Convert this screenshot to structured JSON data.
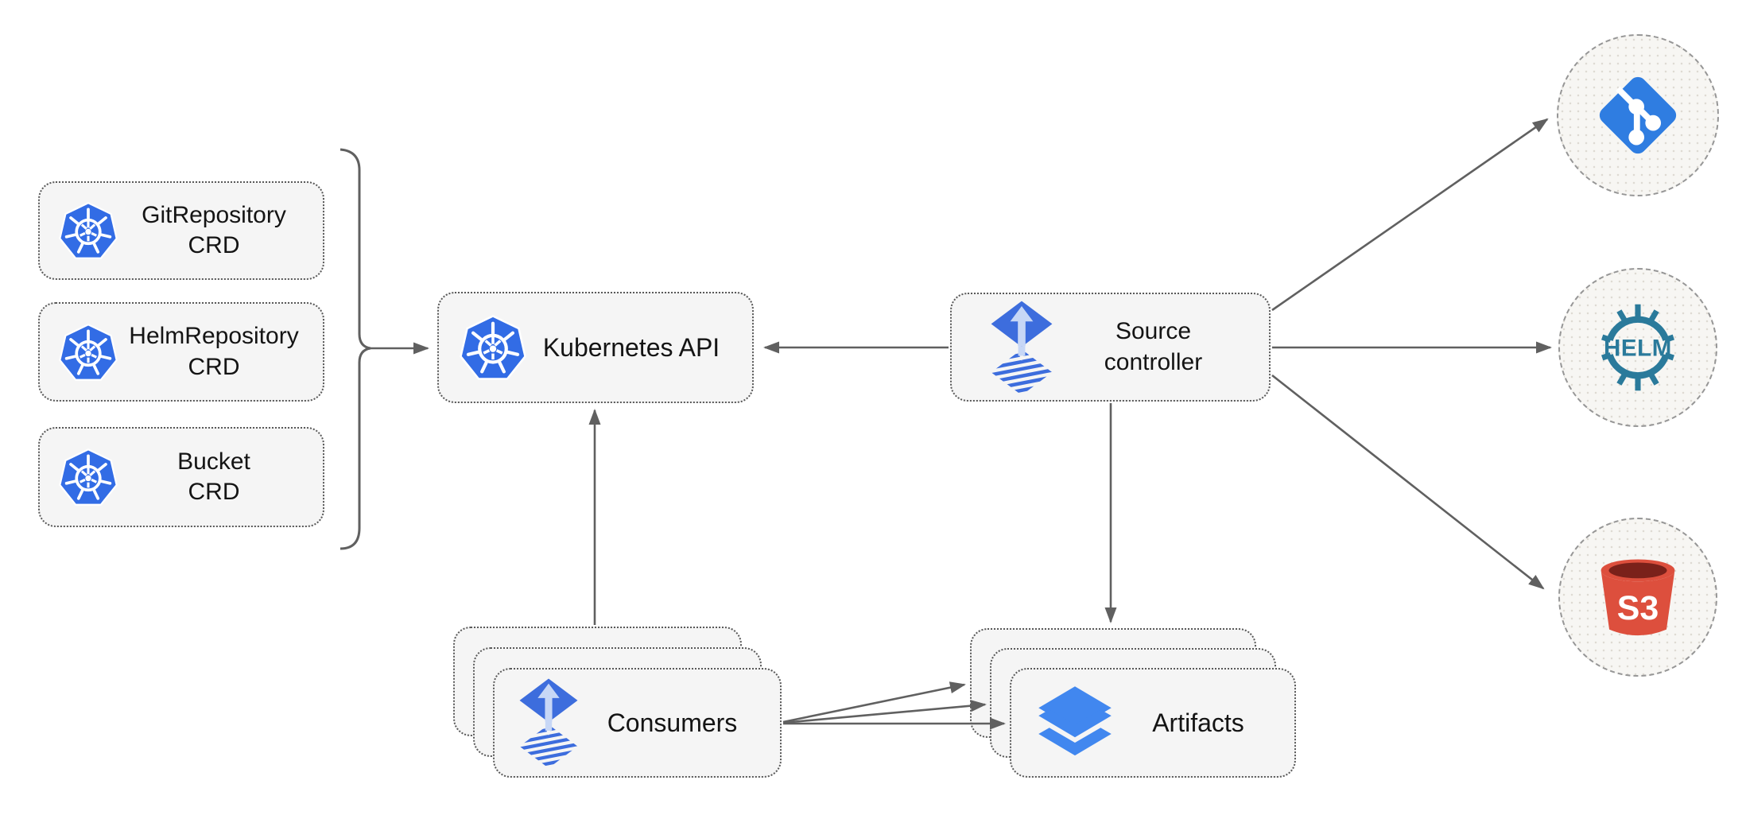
{
  "diagram": {
    "nodes": {
      "git_repository_crd": {
        "label": "GitRepository CRD",
        "label_lines": [
          "GitRepository",
          "CRD"
        ],
        "icon": "kubernetes-icon"
      },
      "helm_repository_crd": {
        "label": "HelmRepository CRD",
        "label_lines": [
          "HelmRepository",
          "CRD"
        ],
        "icon": "kubernetes-icon"
      },
      "bucket_crd": {
        "label": "Bucket CRD",
        "label_lines": [
          "Bucket",
          "CRD"
        ],
        "icon": "kubernetes-icon"
      },
      "kubernetes_api": {
        "label": "Kubernetes API",
        "label_lines": [
          "Kubernetes API"
        ],
        "icon": "kubernetes-icon"
      },
      "source_controller": {
        "label": "Source controller",
        "label_lines": [
          "Source",
          "controller"
        ],
        "icon": "flux-icon"
      },
      "consumers": {
        "label": "Consumers",
        "label_lines": [
          "Consumers"
        ],
        "icon": "flux-icon",
        "stacked": true
      },
      "artifacts": {
        "label": "Artifacts",
        "label_lines": [
          "Artifacts"
        ],
        "icon": "layers-icon",
        "stacked": true
      },
      "git_endpoint": {
        "icon": "git-icon"
      },
      "helm_endpoint": {
        "icon": "helm-icon",
        "logo_text": "HELM"
      },
      "s3_endpoint": {
        "icon": "s3-bucket-icon",
        "logo_text": "S3"
      }
    },
    "edges": [
      {
        "from": "crd_group_bracket",
        "to": "kubernetes_api"
      },
      {
        "from": "source_controller",
        "to": "kubernetes_api"
      },
      {
        "from": "consumers",
        "to": "kubernetes_api"
      },
      {
        "from": "source_controller",
        "to": "artifacts"
      },
      {
        "from": "source_controller",
        "to": "git_endpoint"
      },
      {
        "from": "source_controller",
        "to": "helm_endpoint"
      },
      {
        "from": "source_controller",
        "to": "s3_endpoint"
      },
      {
        "from": "consumers",
        "to": "artifacts",
        "count": 3
      }
    ],
    "colors": {
      "kubernetes_blue": "#326CE5",
      "flux_blue": "#3D6DDD",
      "flux_arrow_light": "#C7D7F6",
      "layers_blue": "#4187EF",
      "git_blue": "#2F7DE1",
      "helm_teal": "#2A7A9B",
      "s3_red": "#DD4F3D",
      "s3_dark_red": "#7A211A",
      "connector_gray": "#606060",
      "box_fill": "#F5F5F5"
    }
  }
}
